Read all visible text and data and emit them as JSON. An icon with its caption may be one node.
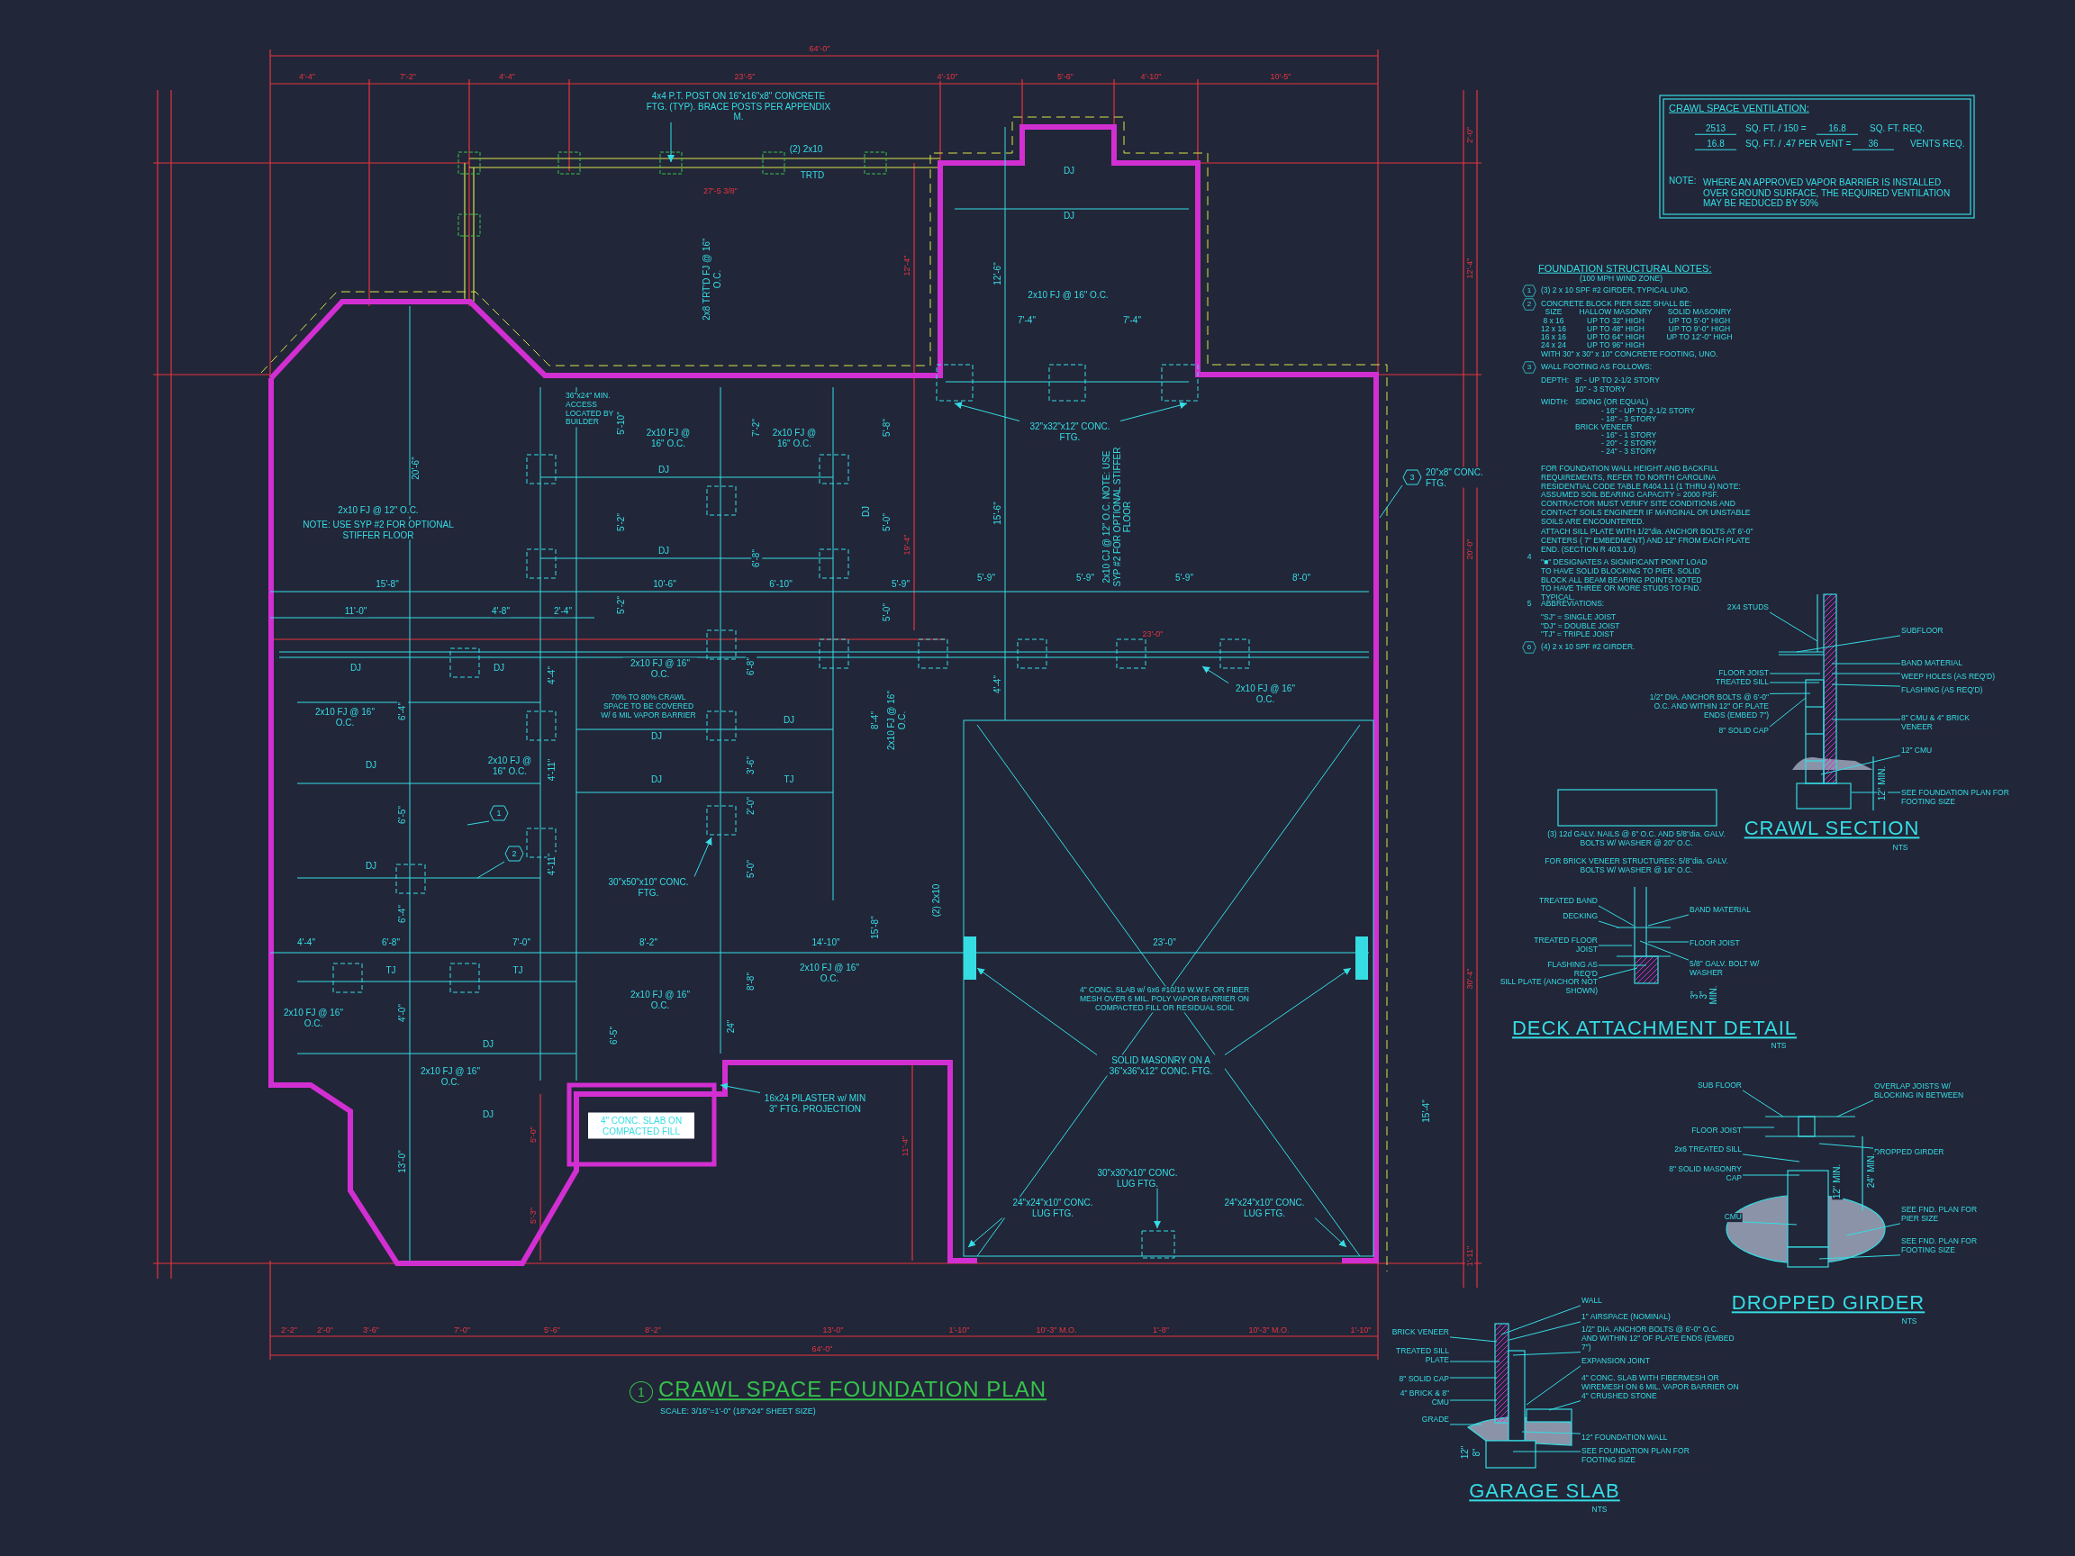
{
  "diagram": {
    "title": "CRAWL SPACE FOUNDATION PLAN",
    "caption": "SCALE: 3/16\"=1'-0\" (18\"x24\" SHEET SIZE)",
    "nodes": [
      {
        "text": [
          "4x4 P.T. POST ON 16\"x16\"x8\" CONCRETE FTG. (TYP). BRACE POSTS PER APPENDIX M."
        ]
      },
      {
        "text": [
          "32\"x32\"x12\" CONC. FTG."
        ]
      },
      {
        "text": [
          "3"
        ],
        "beside": [
          "20\"x8\" CONC. FTG."
        ]
      },
      {
        "text": [
          "1"
        ]
      },
      {
        "text": [
          "2"
        ]
      },
      {
        "text": [
          "30\"x50\"x10\" CONC. FTG."
        ]
      },
      {
        "text": [
          "16x24 PILASTER w/ MIN 3\" FTG. PROJECTION"
        ]
      },
      {
        "text": [
          "SOLID MASONRY ON A 36\"x36\"x12\" CONC. FTG."
        ]
      },
      {
        "text": [
          "30\"x30\"x10\" CONC. LUG FTG."
        ]
      },
      {
        "text": [
          "24\"x24\"x10\" CONC. LUG FTG."
        ]
      },
      {
        "text": [
          "24\"x24\"x10\" CONC. LUG FTG."
        ]
      },
      {
        "text": [
          "2x10 FJ @ 16\" O.C."
        ]
      },
      {
        "text": [
          "2X4 STUDS"
        ]
      },
      {
        "text": [
          "SUBFLOOR"
        ]
      },
      {
        "text": [
          "FLOOR JOIST"
        ]
      },
      {
        "text": [
          "TREATED SILL"
        ]
      },
      {
        "text": [
          "1/2\" DIA. ANCHOR BOLTS @ 6'-0\" O.C. AND WITHIN 12\" OF PLATE ENDS (EMBED 7\")"
        ]
      },
      {
        "text": [
          "8\" SOLID CAP"
        ]
      },
      {
        "text": [
          "BAND MATERIAL"
        ]
      },
      {
        "text": [
          "WEEP HOLES (AS REQ'D)"
        ]
      },
      {
        "text": [
          "FLASHING (AS REQ'D)"
        ]
      },
      {
        "text": [
          "8\" CMU & 4\" BRICK VENEER"
        ]
      },
      {
        "text": [
          "12\" CMU"
        ]
      },
      {
        "text": [
          "SEE FOUNDATION PLAN FOR FOOTING SIZE"
        ]
      },
      {
        "text": [
          "TREATED BAND"
        ]
      },
      {
        "text": [
          "DECKING"
        ]
      },
      {
        "text": [
          "TREATED FLOOR JOIST"
        ]
      },
      {
        "text": [
          "FLASHING AS REQ'D"
        ]
      },
      {
        "text": [
          "SILL PLATE (ANCHOR NOT SHOWN)"
        ]
      },
      {
        "text": [
          "BAND MATERIAL"
        ]
      },
      {
        "text": [
          "FLOOR JOIST"
        ]
      },
      {
        "text": [
          "5/8\" GALV. BOLT W/ WASHER"
        ]
      },
      {
        "text": [
          "SUB FLOOR"
        ]
      },
      {
        "text": [
          "OVERLAP JOISTS W/ BLOCKING IN BETWEEN"
        ]
      },
      {
        "text": [
          "FLOOR JOIST"
        ]
      },
      {
        "text": [
          "2x6 TREATED SILL"
        ]
      },
      {
        "text": [
          "DROPPED GIRDER"
        ]
      },
      {
        "text": [
          "8\" SOLID MASONRY CAP"
        ]
      },
      {
        "text": [
          "CMU"
        ]
      },
      {
        "text": [
          "SEE FND. PLAN FOR PIER SIZE"
        ]
      },
      {
        "text": [
          "SEE FND. PLAN FOR FOOTING SIZE"
        ]
      },
      {
        "text": [
          "BRICK VENEER"
        ]
      },
      {
        "text": [
          "TREATED SILL PLATE"
        ]
      },
      {
        "text": [
          "8\" SOLID CAP"
        ]
      },
      {
        "text": [
          "4\" BRICK & 8\" CMU"
        ]
      },
      {
        "text": [
          "GRADE"
        ]
      },
      {
        "text": [
          "WALL"
        ]
      },
      {
        "text": [
          "1\" AIRSPACE (NOMINAL)"
        ]
      },
      {
        "text": [
          "1/2\" DIA. ANCHOR BOLTS @ 6'-0\" O.C. AND WITHIN 12\" OF PLATE ENDS (EMBED 7\")"
        ]
      },
      {
        "text": [
          "EXPANSION JOINT"
        ]
      },
      {
        "text": [
          "4\" CONC. SLAB WITH FIBERMESH OR WIREMESH ON 6 MIL. VAPOR BARRIER ON 4\" CRUSHED STONE"
        ]
      },
      {
        "text": [
          "12\" FOUNDATION WALL"
        ]
      },
      {
        "text": [
          "SEE FOUNDATION PLAN FOR FOOTING SIZE"
        ]
      },
      {
        "text": [
          "4\" CONC. SLAB ON COMPACTED FILL"
        ]
      },
      {
        "text": [
          "4\" CONC. SLAB w/ 6x6 #10/10 W.W.F. OR FIBER MESH OVER 6 MIL. POLY VAPOR BARRIER ON COMPACTED FILL OR RESIDUAL SOIL"
        ]
      },
      {
        "text": [],
        "shape": "picture"
      },
      {
        "text": [],
        "shape": "picture"
      },
      {
        "text": [],
        "shape": "picture"
      },
      {
        "text": [],
        "shape": "picture"
      }
    ],
    "edges": [
      {
        "from": 0,
        "to": null,
        "arrow": "to"
      },
      {
        "from": 1,
        "to": null,
        "arrow": "to"
      },
      {
        "from": 1,
        "to": null,
        "arrow": "to"
      },
      {
        "from": 2,
        "to": null,
        "arrow": "none"
      },
      {
        "from": 3,
        "to": null,
        "arrow": "none"
      },
      {
        "from": 4,
        "to": null,
        "arrow": "none"
      },
      {
        "from": 5,
        "to": null,
        "arrow": "to"
      },
      {
        "from": 6,
        "to": null,
        "arrow": "to"
      },
      {
        "from": 7,
        "to": null,
        "arrow": "to"
      },
      {
        "from": 7,
        "to": null,
        "arrow": "to"
      },
      {
        "from": 8,
        "to": null,
        "arrow": "to"
      },
      {
        "from": 9,
        "to": null,
        "arrow": "to"
      },
      {
        "from": 10,
        "to": null,
        "arrow": "to"
      },
      {
        "from": 11,
        "to": null,
        "arrow": "to"
      },
      {
        "from": 12,
        "to": 55,
        "arrow": "none"
      },
      {
        "from": 13,
        "to": 55,
        "arrow": "none"
      },
      {
        "from": 14,
        "to": 55,
        "arrow": "none"
      },
      {
        "from": 15,
        "to": 55,
        "arrow": "none"
      },
      {
        "from": 16,
        "to": 55,
        "arrow": "none"
      },
      {
        "from": 17,
        "to": 55,
        "arrow": "none"
      },
      {
        "from": 18,
        "to": 55,
        "arrow": "none"
      },
      {
        "from": 19,
        "to": 55,
        "arrow": "none"
      },
      {
        "from": 20,
        "to": 55,
        "arrow": "none"
      },
      {
        "from": 21,
        "to": 55,
        "arrow": "none"
      },
      {
        "from": 22,
        "to": 55,
        "arrow": "none"
      },
      {
        "from": 23,
        "to": 55,
        "arrow": "none"
      },
      {
        "from": 24,
        "to": 56,
        "arrow": "none"
      },
      {
        "from": 25,
        "to": 56,
        "arrow": "none"
      },
      {
        "from": 26,
        "to": 56,
        "arrow": "none"
      },
      {
        "from": 27,
        "to": 56,
        "arrow": "none"
      },
      {
        "from": 28,
        "to": 56,
        "arrow": "none"
      },
      {
        "from": 29,
        "to": 56,
        "arrow": "none"
      },
      {
        "from": 30,
        "to": 56,
        "arrow": "none"
      },
      {
        "from": 31,
        "to": 56,
        "arrow": "none"
      },
      {
        "from": 32,
        "to": 57,
        "arrow": "none"
      },
      {
        "from": 33,
        "to": 57,
        "arrow": "none"
      },
      {
        "from": 34,
        "to": 57,
        "arrow": "none"
      },
      {
        "from": 35,
        "to": 57,
        "arrow": "none"
      },
      {
        "from": 36,
        "to": 57,
        "arrow": "none"
      },
      {
        "from": 37,
        "to": 57,
        "arrow": "none"
      },
      {
        "from": 38,
        "to": 57,
        "arrow": "none"
      },
      {
        "from": 39,
        "to": 57,
        "arrow": "none"
      },
      {
        "from": 40,
        "to": 57,
        "arrow": "none"
      },
      {
        "from": 41,
        "to": 58,
        "arrow": "none"
      },
      {
        "from": 42,
        "to": 58,
        "arrow": "none"
      },
      {
        "from": 43,
        "to": 58,
        "arrow": "none"
      },
      {
        "from": 44,
        "to": 58,
        "arrow": "none"
      },
      {
        "from": 45,
        "to": 58,
        "arrow": "none"
      },
      {
        "from": 46,
        "to": 58,
        "arrow": "none"
      },
      {
        "from": 47,
        "to": 58,
        "arrow": "none"
      },
      {
        "from": 48,
        "to": 58,
        "arrow": "none"
      },
      {
        "from": 49,
        "to": 58,
        "arrow": "none"
      },
      {
        "from": 50,
        "to": 58,
        "arrow": "none"
      },
      {
        "from": 51,
        "to": 58,
        "arrow": "none"
      },
      {
        "from": 52,
        "to": 58,
        "arrow": "none"
      }
    ],
    "labels": [
      "CRAWL SPACE VENTILATION:",
      "2513",
      "SQ. FT. / 150 =",
      "16.8",
      "SQ. FT. REQ.",
      "16.8",
      "SQ. FT. / .47 PER VENT =",
      "36",
      "VENTS REQ.",
      "NOTE:",
      "WHERE AN APPROVED VAPOR BARRIER IS INSTALLED OVER GROUND SURFACE, THE REQUIRED VENTILATION MAY BE REDUCED BY 50%",
      "FOUNDATION STRUCTURAL NOTES:",
      "(100 MPH WIND ZONE)",
      "1",
      "(3) 2 x 10 SPF #2 GIRDER, TYPICAL UNO.",
      "2",
      "CONCRETE BLOCK PIER SIZE SHALL BE:",
      "SIZE",
      "HALLOW MASONRY",
      "SOLID MASONRY",
      "8 x 16",
      "UP TO 32\" HIGH",
      "UP TO 5'-0\" HIGH",
      "12 x 16",
      "UP TO 48\" HIGH",
      "UP TO 9'-0\" HIGH",
      "16 x 16",
      "UP TO 64\" HIGH",
      "UP TO 12'-0\" HIGH",
      "24 x 24",
      "UP TO 96\" HIGH",
      "WITH 30\" x 30\" x 10\" CONCRETE FOOTING, UNO.",
      "3",
      "WALL FOOTING AS FOLLOWS:",
      "DEPTH:",
      "8\" - UP TO 2-1/2 STORY",
      "10\" - 3 STORY",
      "WIDTH:",
      "SIDING (OR EQUAL)",
      "- 16\" - UP TO 2-1/2 STORY",
      "- 18\" - 3 STORY",
      "BRICK VENEER",
      "- 16\" - 1 STORY",
      "- 20\" - 2 STORY",
      "- 24\" - 3 STORY",
      "FOR FOUNDATION WALL HEIGHT AND BACKFILL REQUIREMENTS, REFER TO NORTH CAROLINA RESIDENTIAL CODE TABLE R404.1.1 (1 THRU 4) NOTE: ASSUMED SOIL BEARING CAPACITY = 2000 PSF. CONTRACTOR MUST VERIFY SITE CONDITIONS AND CONTACT SOILS ENGINEER IF MARGINAL OR UNSTABLE SOILS ARE ENCOUNTERED.",
      "ATTACH SILL PLATE WITH 1/2\"dia. ANCHOR BOLTS AT 6'-0\" CENTERS ( 7\" EMBEDMENT) AND 12\" FROM EACH PLATE END. (SECTION R 403.1.6)",
      "4",
      "\"■\" DESIGNATES A SIGNIFICANT POINT LOAD TO HAVE SOLID BLOCKING TO PIER. SOLID BLOCK ALL BEAM BEARING POINTS NOTED TO HAVE THREE OR MORE STUDS TO FND. TYPICAL.",
      "5",
      "ABBREVIATIONS:",
      "\"SJ\" = SINGLE JOIST",
      "\"DJ\" = DOUBLE JOIST",
      "\"TJ\" = TRIPLE JOIST",
      "6",
      "(4) 2 x 10 SPF #2 GIRDER.",
      "(3) 12d GALV. NAILS @ 6\" O.C. AND 5/8\"dia. GALV. BOLTS W/ WASHER @ 20\" O.C.",
      "FOR BRICK VENEER STRUCTURES: 5/8\"dia. GALV. BOLTS W/ WASHER @ 16\" O.C.",
      "CRAWL SECTION",
      "NTS",
      "12\" MIN.",
      "DECK ATTACHMENT DETAIL",
      "NTS",
      "3\"",
      "3\"",
      "MIN.",
      "DROPPED GIRDER",
      "NTS",
      "12\" MIN.",
      "24\" MIN.",
      "GARAGE SLAB",
      "NTS",
      "8\"",
      "12\"",
      "1",
      "(2) 2x10",
      "TRTD",
      "27'-5 3/8\"",
      "2x8 TRT'D FJ @ 16\" O.C.",
      "36\"x24\" MIN. ACCESS LOCATED BY BUILDER",
      "2x10 FJ @ 16\" O.C.",
      "2x10 FJ @ 16\" O.C.",
      "DJ",
      "DJ",
      "2x10 FJ @ 12\" O.C.",
      "NOTE: USE SYP #2 FOR OPTIONAL STIFFER FLOOR",
      "20'-6\"",
      "15'-8\"",
      "10'-6\"",
      "6'-10\"",
      "5'-9\"",
      "11'-0\"",
      "4'-8\"",
      "2'-4\"",
      "5'-10\"",
      "5'-2\"",
      "5'-2\"",
      "7'-2\"",
      "6'-8\"",
      "5'-8\"",
      "5'-0\"",
      "5'-0\"",
      "DJ",
      "DJ",
      "DJ",
      "12'-6\"",
      "2x10 FJ @ 16\" O.C.",
      "7'-4\"",
      "7'-4\"",
      "2x10 CJ @ 12\" O.C. NOTE: USE SYP #2 FOR OPTIONAL STIFFER FLOOR",
      "15'-6\"",
      "5'-9\"",
      "5'-9\"",
      "5'-9\"",
      "8'-0\"",
      "23'-0\"",
      "4'-4\"",
      "64'-0\"",
      "4'-4\"",
      "7'-2\"",
      "4'-4\"",
      "23'-5\"",
      "4'-10\"",
      "5'-6\"",
      "4'-10\"",
      "10'-5\"",
      "2'-0\"",
      "12'-4\"",
      "20'-0\"",
      "30'-4\"",
      "1'-11\"",
      "12'-4\"",
      "19'-4\"",
      "2x10 FJ @ 16\" O.C.",
      "70% TO 80% CRAWL SPACE TO BE COVERED W/ 6 MIL VAPOR BARRIER",
      "2x10 FJ @ 16\" O.C.",
      "DJ",
      "DJ",
      "DJ",
      "2x10 FJ @ 16\" O.C.",
      "DJ",
      "DJ",
      "DJ",
      "TJ",
      "DJ",
      "4'-4\"",
      "6'-8\"",
      "7'-0\"",
      "8'-2\"",
      "14'-10\"",
      "23'-0\"",
      "(2) 2x10",
      "TJ",
      "TJ",
      "2x10 FJ @ 16\" O.C.",
      "2x10 FJ @ 16\" O.C.",
      "2x10 FJ @ 16\" O.C.",
      "DJ",
      "2x10 FJ @ 16\" O.C.",
      "DJ",
      "15'-4\"",
      "11'-4\"",
      "2'-2\"",
      "2'-0\"",
      "3'-6\"",
      "7'-0\"",
      "5'-6\"",
      "8'-2\"",
      "13'-0\"",
      "1'-10\"",
      "10'-3\" M.O.",
      "1'-8\"",
      "10'-3\" M.O.",
      "1'-10\"",
      "64'-0\"",
      "13'-0\"",
      "5'-0\"",
      "5'-3\"",
      "6'-4\"",
      "6'-5\"",
      "6'-4\"",
      "4'-0\"",
      "6'-8\"",
      "3'-6\"",
      "2'-0\"",
      "5'-0\"",
      "8'-8\"",
      "6'-5\"",
      "15'-8\"",
      "8'-4\"",
      "2x10 FJ @ 16\" O.C.",
      "24\"",
      "4'-4\"",
      "4'-11\"",
      "4'-11\""
    ]
  }
}
